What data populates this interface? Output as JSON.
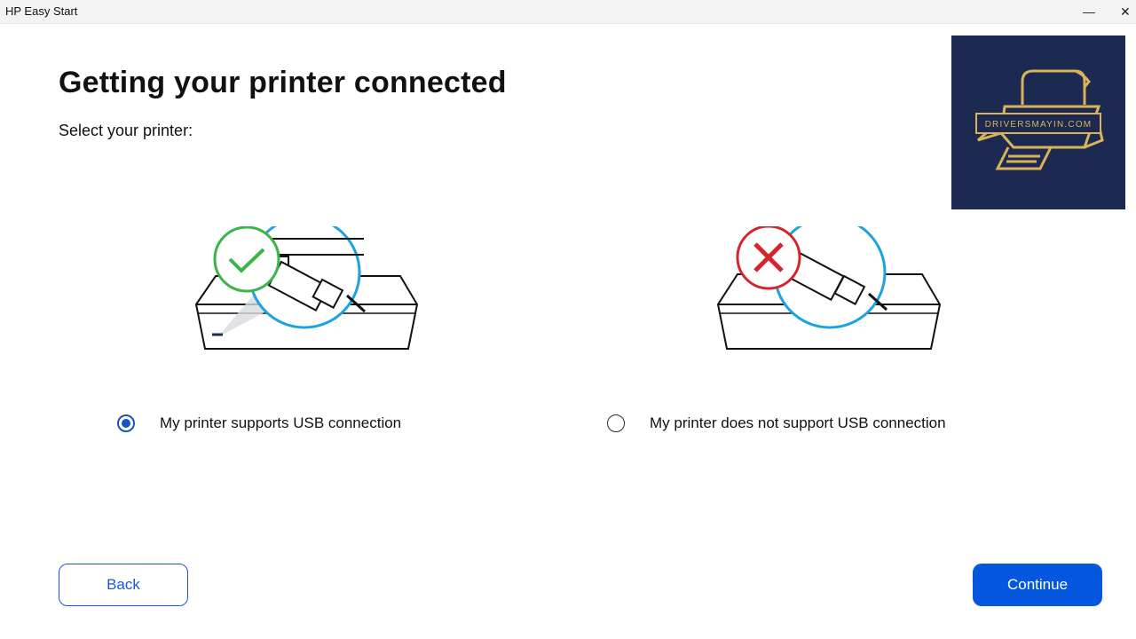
{
  "window": {
    "title": "HP Easy Start",
    "minimize_glyph": "—",
    "close_glyph": "✕"
  },
  "page": {
    "title": "Getting your printer connected",
    "subtitle": "Select your printer:"
  },
  "options": [
    {
      "label": "My printer supports USB connection",
      "selected": true,
      "badge_icon": "check-icon"
    },
    {
      "label": "My printer does not support USB connection",
      "selected": false,
      "badge_icon": "x-icon"
    }
  ],
  "buttons": {
    "back": "Back",
    "continue": "Continue"
  },
  "watermark": {
    "text": "DRIVERSMAYIN.COM",
    "background": "#1c2a52",
    "accent": "#d9b25a"
  },
  "colors": {
    "accent": "#0557e0",
    "radio_selected": "#1554c6",
    "illustration_circle": "#1aa3e0",
    "ok_green": "#39b54a",
    "error_red": "#d6242c"
  }
}
